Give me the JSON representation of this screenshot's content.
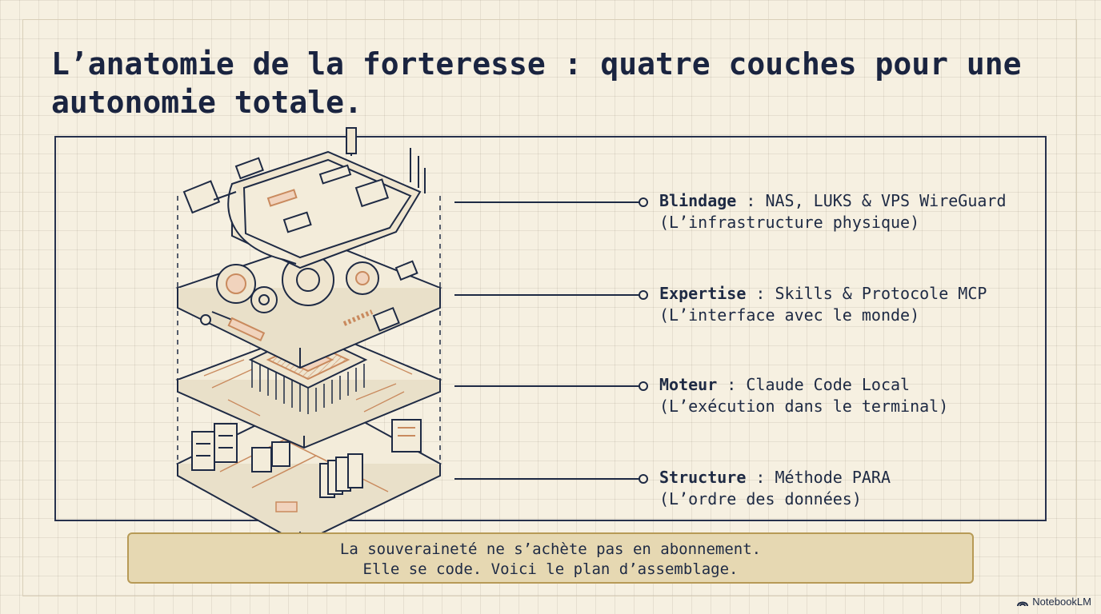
{
  "title": "L’anatomie de la forteresse : quatre couches pour une autonomie totale.",
  "layers": [
    {
      "name": "Blindage",
      "sep": " : ",
      "detail": "NAS, LUKS & VPS WireGuard",
      "subtitle": "(L’infrastructure physique)",
      "icon": "shield-layer-icon"
    },
    {
      "name": "Expertise",
      "sep": " : ",
      "detail": "Skills & Protocole MCP",
      "subtitle": "(L’interface avec le monde)",
      "icon": "gears-board-icon"
    },
    {
      "name": "Moteur",
      "sep": " : ",
      "detail": "Claude Code Local",
      "subtitle": "(L’exécution dans le terminal)",
      "icon": "processor-chip-icon"
    },
    {
      "name": "Structure",
      "sep": " : ",
      "detail": "Méthode PARA",
      "subtitle": "(L’ordre des données)",
      "icon": "file-cabinet-icon"
    }
  ],
  "callout": {
    "line1": "La souveraineté ne s’achète pas en abonnement.",
    "line2": "Elle se code. Voici le plan d’assemblage."
  },
  "brand": "NotebookLM",
  "colors": {
    "ink": "#1e2a44",
    "accent": "#c98a5e",
    "paper": "#f6f0e1",
    "callout_bg": "#e6d8b2",
    "callout_border": "#b79a56"
  }
}
